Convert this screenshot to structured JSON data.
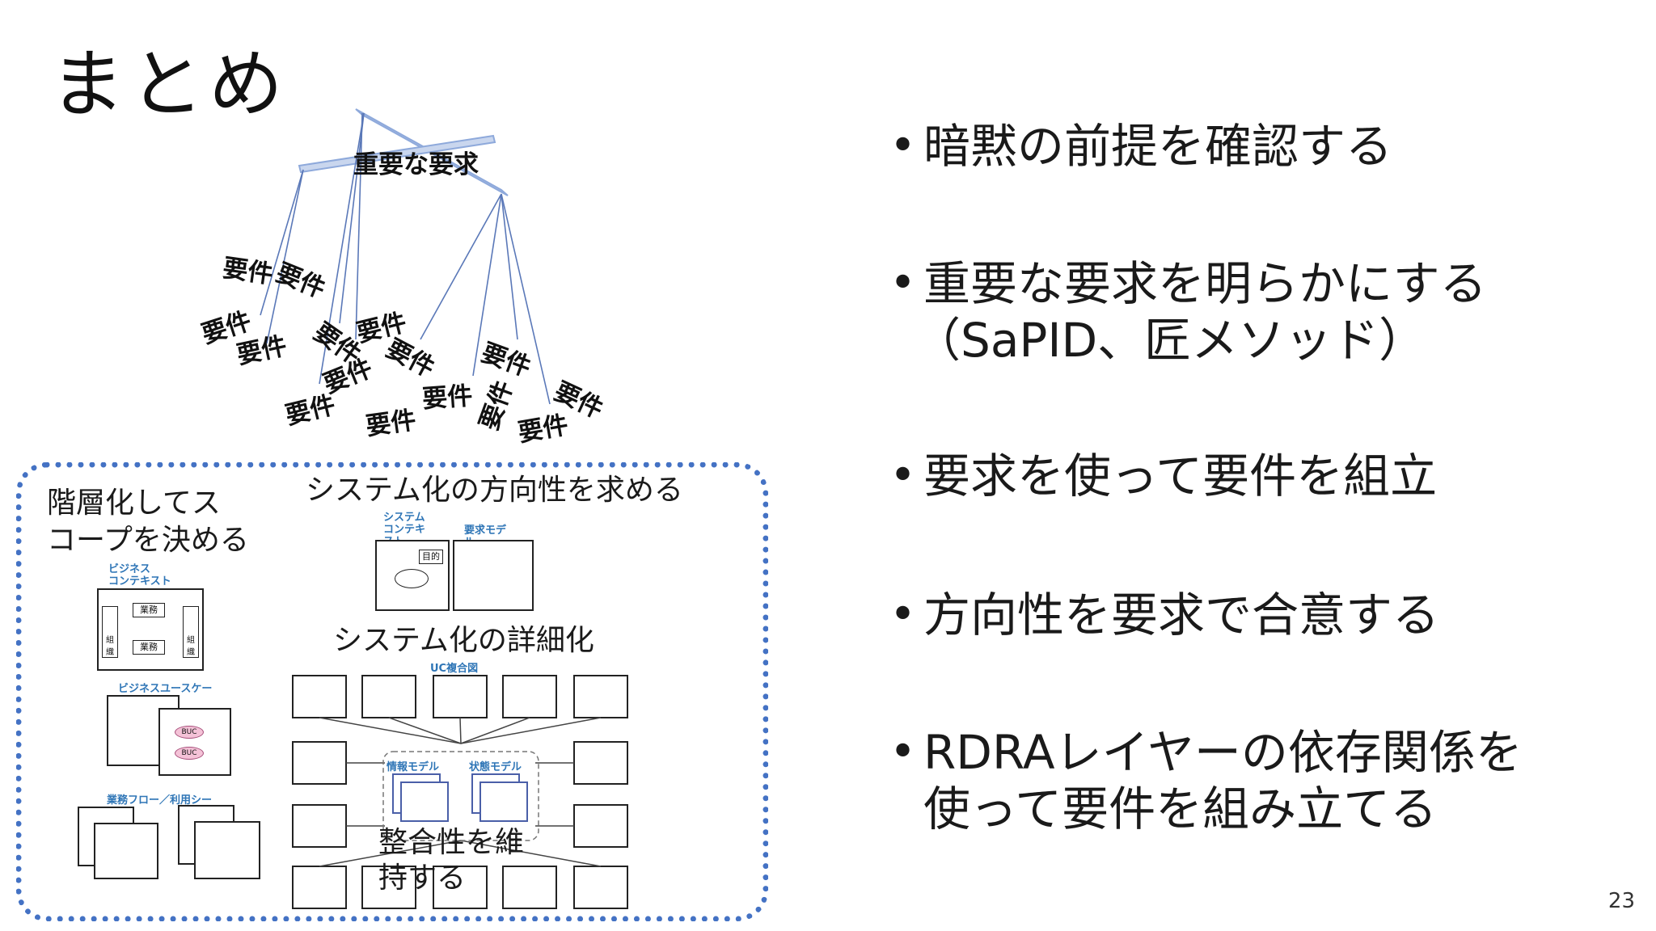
{
  "slide": {
    "title": "まとめ",
    "page_number": "23"
  },
  "bullets": [
    {
      "line1": "暗黙の前提を確認する",
      "line2": ""
    },
    {
      "line1": "重要な要求を明らかにする",
      "line2": "（SaPID、匠メソッド）"
    },
    {
      "line1": "要求を使って要件を組立",
      "line2": ""
    },
    {
      "line1": "方向性を要求で合意する",
      "line2": ""
    },
    {
      "line1": "RDRAレイヤーの依存関係を",
      "line2": "使って要件を組み立てる"
    }
  ],
  "tree": {
    "root": "重要な要求",
    "leaf": "要件"
  },
  "diagram": {
    "left_label_1": "階層化してス",
    "left_label_2": "コープを決める",
    "top_label": "システム化の方向性を求める",
    "detail_label": "システム化の詳細化",
    "consistency_1": "整合性を維",
    "consistency_2": "持する",
    "biz_context": "ビジネス\nコンテキスト",
    "biz_usecase": "ビジネスユースケー\nス",
    "biz_flow": "業務フロー／利用シー\nン",
    "sys_context": "システム\nコンテキ\nスト",
    "req_model": "要求モデ\nル",
    "uc_composite": "UC複合図",
    "info_model": "情報モデル",
    "state_model": "状態モデル",
    "task": "業務",
    "org": "組織",
    "purpose": "目的",
    "buc": "BUC"
  }
}
